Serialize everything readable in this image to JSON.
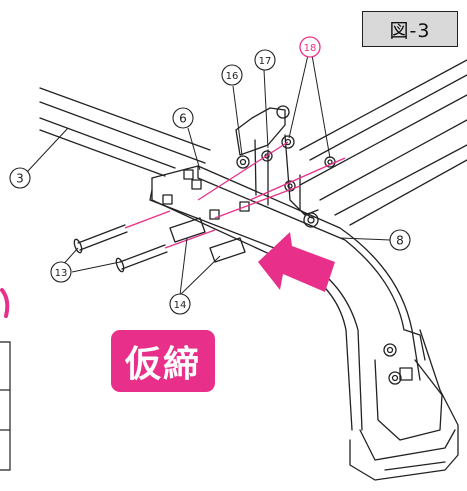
{
  "figure_label": "図-3",
  "stamp_text": "仮締",
  "callouts": {
    "c3": "3",
    "c6": "6",
    "c8": "8",
    "c13": "13",
    "c14": "14",
    "c16": "16",
    "c17": "17",
    "c18": "18"
  },
  "colors": {
    "accent_magenta": "#e8308a",
    "line": "#222222",
    "label_box": "#d9d9d9"
  }
}
